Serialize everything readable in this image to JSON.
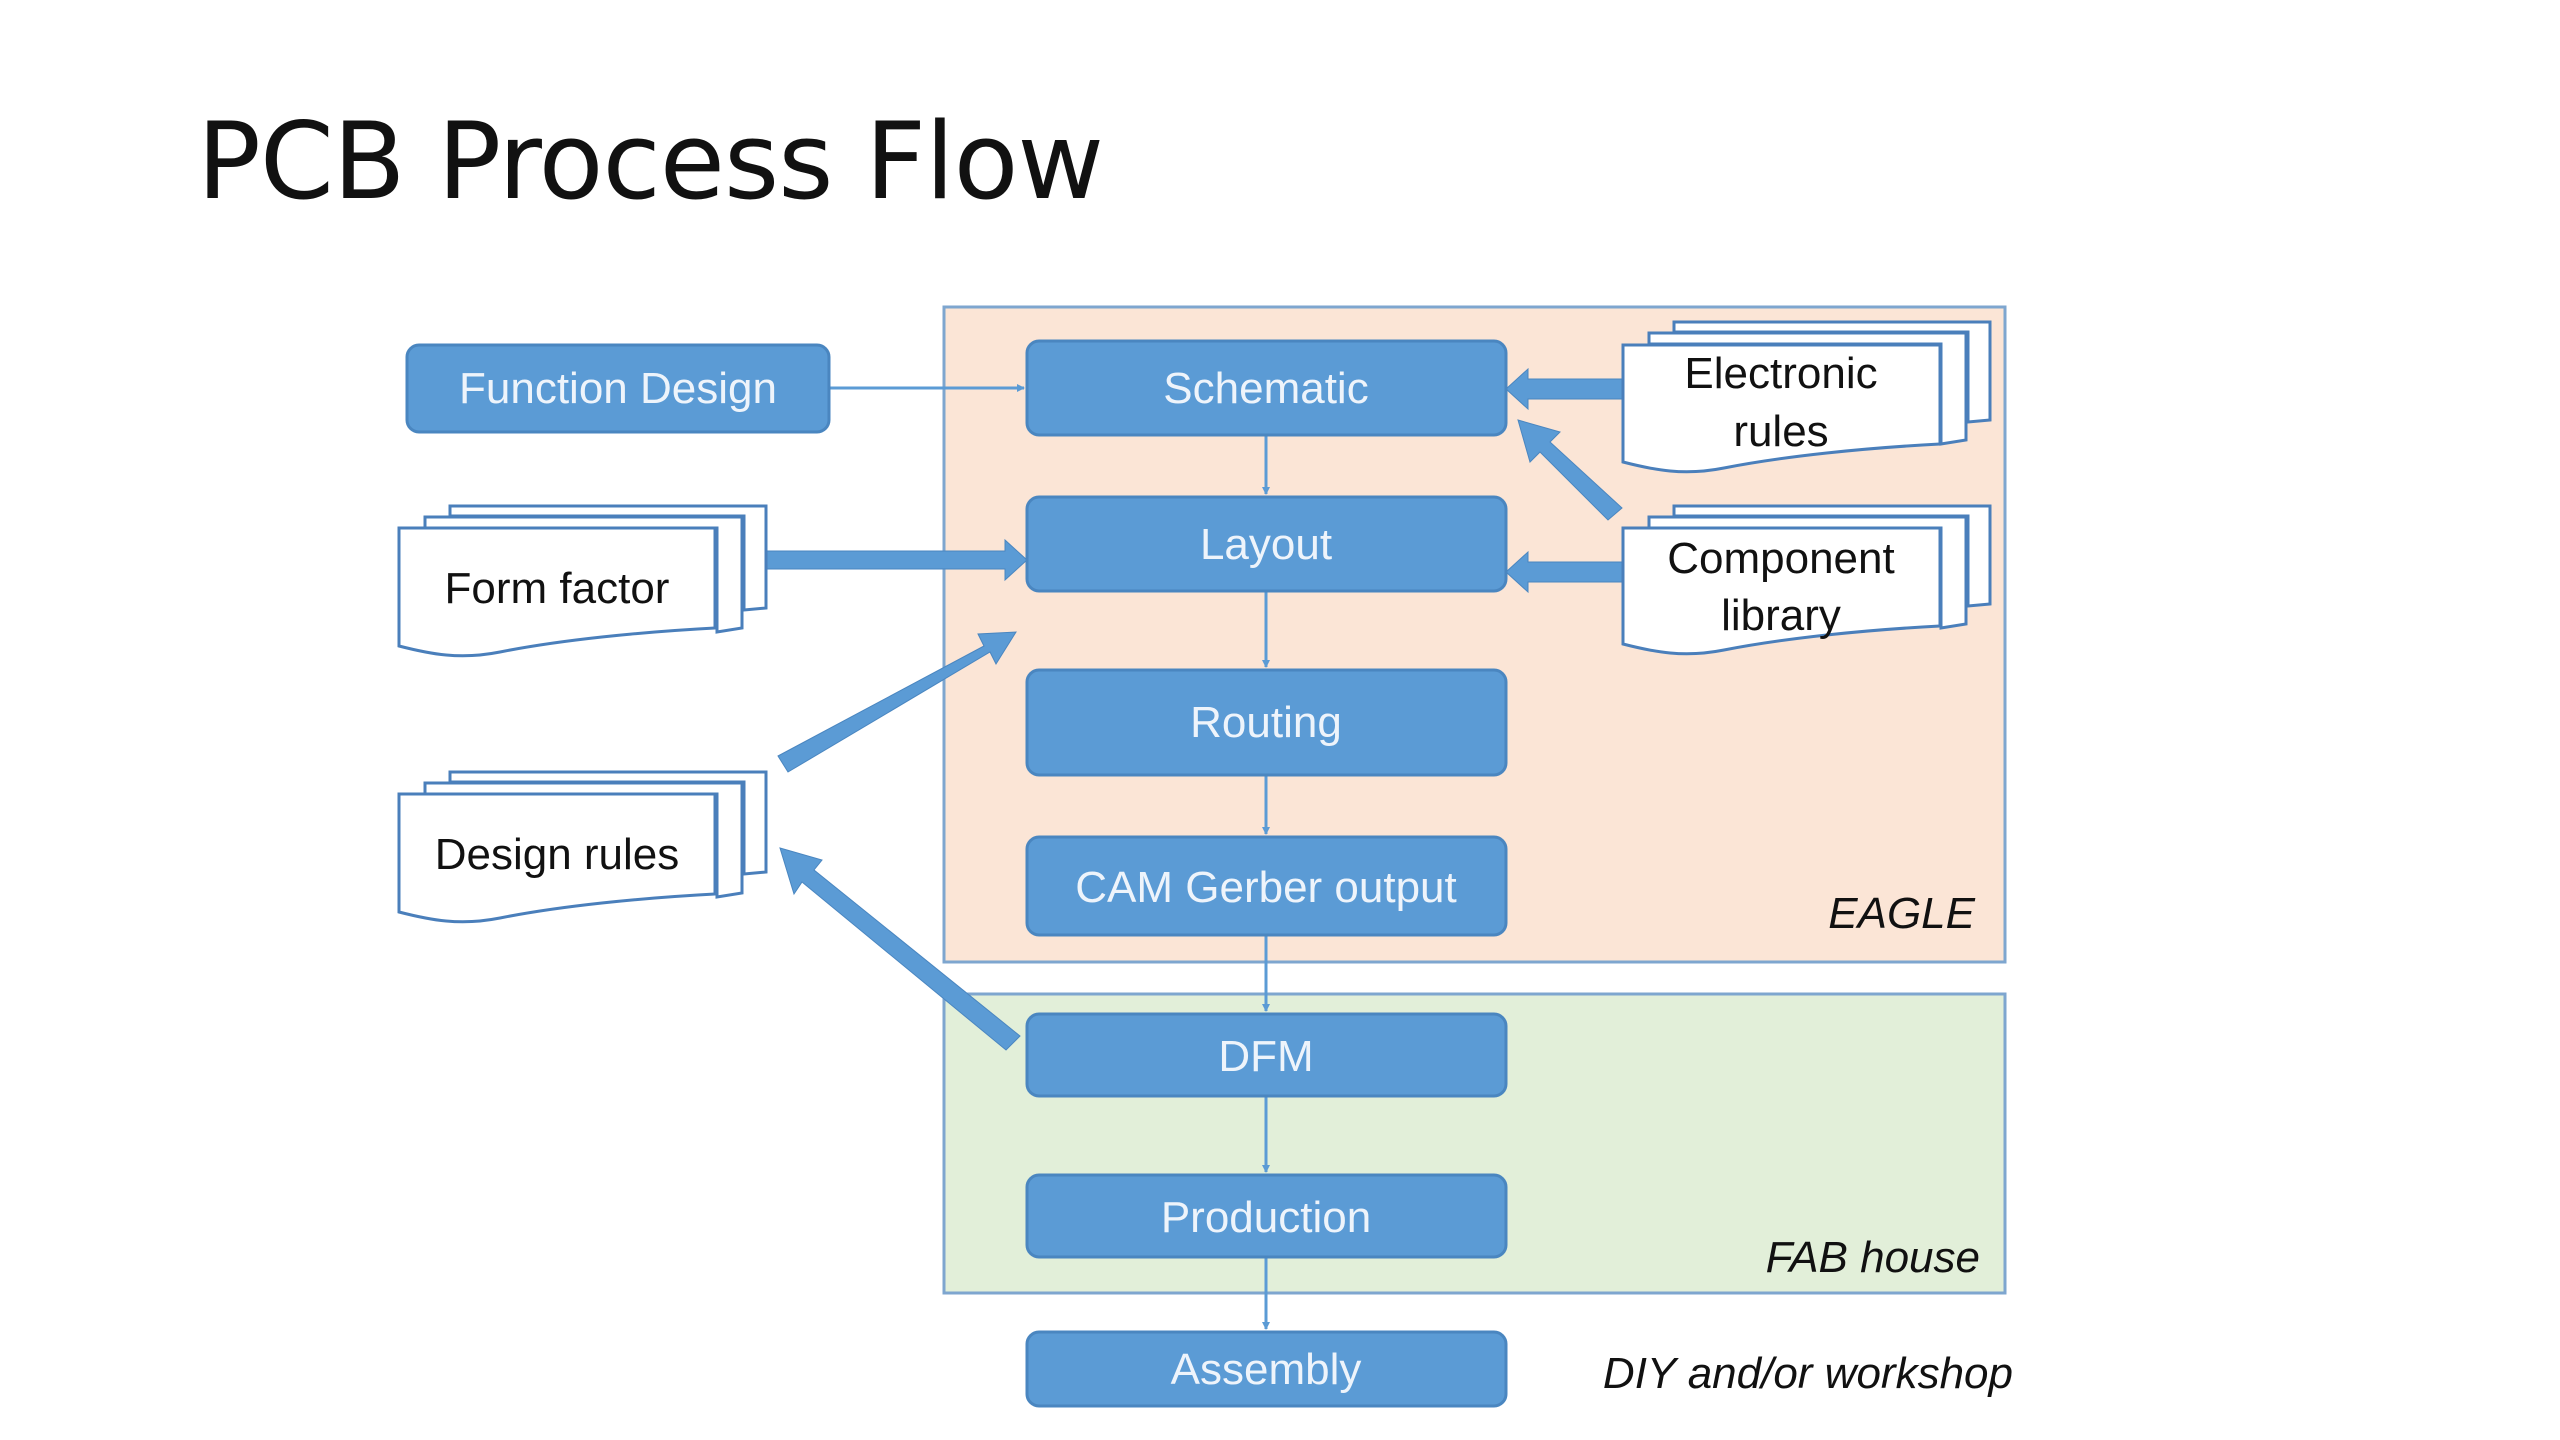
{
  "slide": {
    "title": "PCB Process Flow"
  },
  "colors": {
    "node_fill": "#5b9bd5",
    "node_border": "#4a86c0",
    "eagle_region": "#fbe5d6",
    "fab_region": "#e2efd9",
    "region_border": "#7ea6cf",
    "arrow": "#5b9bd5",
    "doc_fill": "#ffffff",
    "doc_border": "#4a7fbb"
  },
  "regions": {
    "eagle": "EAGLE",
    "fab": "FAB house",
    "diy": "DIY and/or workshop"
  },
  "process_nodes": [
    {
      "id": "function-design",
      "label": "Function Design"
    },
    {
      "id": "schematic",
      "label": "Schematic"
    },
    {
      "id": "layout",
      "label": "Layout"
    },
    {
      "id": "routing",
      "label": "Routing"
    },
    {
      "id": "cam",
      "label": "CAM Gerber output"
    },
    {
      "id": "dfm",
      "label": "DFM"
    },
    {
      "id": "production",
      "label": "Production"
    },
    {
      "id": "assembly",
      "label": "Assembly"
    }
  ],
  "documents": [
    {
      "id": "form-factor",
      "lines": [
        "Form factor"
      ]
    },
    {
      "id": "design-rules",
      "lines": [
        "Design rules"
      ]
    },
    {
      "id": "electronic-rules",
      "lines": [
        "Electronic",
        "rules"
      ]
    },
    {
      "id": "component-library",
      "lines": [
        "Component",
        "library"
      ]
    }
  ],
  "edges": [
    {
      "from": "Function Design",
      "to": "Schematic",
      "style": "thin"
    },
    {
      "from": "Schematic",
      "to": "Layout",
      "style": "thin"
    },
    {
      "from": "Layout",
      "to": "Routing",
      "style": "thin"
    },
    {
      "from": "Routing",
      "to": "CAM Gerber output",
      "style": "thin"
    },
    {
      "from": "CAM Gerber output",
      "to": "DFM",
      "style": "thin"
    },
    {
      "from": "DFM",
      "to": "Production",
      "style": "thin"
    },
    {
      "from": "Production",
      "to": "Assembly",
      "style": "thin"
    },
    {
      "from": "Form factor",
      "to": "Layout",
      "style": "thick"
    },
    {
      "from": "Design rules",
      "to": "Layout",
      "style": "thick"
    },
    {
      "from": "DFM",
      "to": "Design rules",
      "style": "thick"
    },
    {
      "from": "Electronic rules",
      "to": "Schematic",
      "style": "thick"
    },
    {
      "from": "Component library",
      "to": "Schematic",
      "style": "thick"
    },
    {
      "from": "Component library",
      "to": "Layout",
      "style": "thick"
    }
  ]
}
